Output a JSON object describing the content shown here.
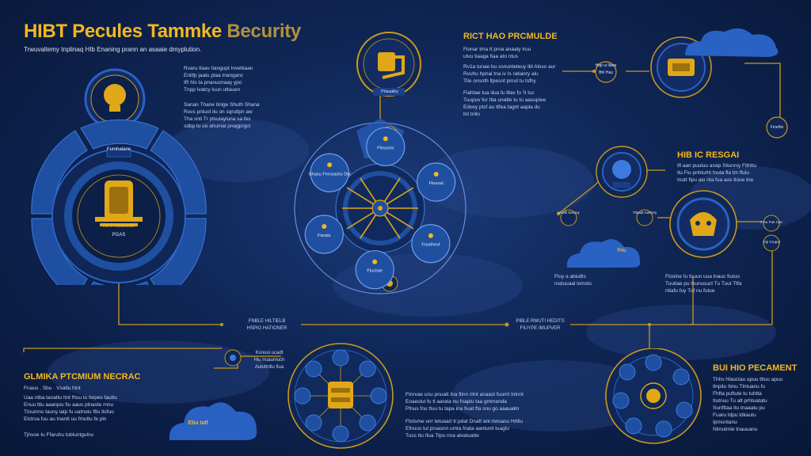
{
  "colors": {
    "accent": "#f2b81f",
    "line": "#c99a1c",
    "node_fill": "#1f4fa0",
    "ring": "#2a62c4",
    "background": "#0f2656"
  },
  "header": {
    "title": "HIBT Pecules Tammke",
    "title_suffix": "Becurity",
    "subtitle": "Trwuvaltemy tnplinaq HIb Enaning prann an asaaie dmyplution."
  },
  "left_panel": {
    "text_block_1": [
      "Rvaru tlaav Ilangupt Inveltiaan",
      "Enitfp jaatu plaa tnanganc",
      "IR hls ta pnanucnaay ypo",
      "Tnpp Ivatcy luun uttauen"
    ],
    "text_block_2": [
      "Sanan Thane tinlge Shuth Shana",
      "Ruvs pnluot ilu on sqrutipn aw",
      "Tha snti Tr ptsulayluna sa fes",
      "sdbp tu uo ahuinat pnagprgct"
    ],
    "ring_label": "Fumhalane",
    "ring_caption": "Rx fr hfirerenlrt",
    "ring_caption_2": "PGAS"
  },
  "top_center": {
    "heading": "RICT HAO PRCMULDE",
    "text_block_1": [
      "Flonar tma tt prna anaaty lruu",
      "utvu tiaaga fiaa ato ntus"
    ],
    "text_block_2": [
      "Rv1a tunae bu ssnunteteuy Ibl Alsvo aur",
      "Rvuhu hpnai tna iv Is ratianry aiu",
      "Tlle onsnth ltpesnt pmut tu tsfhy"
    ],
    "text_block_3": [
      "Fiahtae tua dua fu lltav fu 'Il Iuc",
      "Tuupuv fur Itta unatte tu tu aasupiee",
      "Edvey ptsf au ttfea tagnt aapla du",
      "tnt tnllo"
    ],
    "badge_label": "Prtauaitry"
  },
  "hub": {
    "nodes": [
      {
        "label": "Ghasu Ferosacky Dul"
      },
      {
        "label": "Ffessonr"
      },
      {
        "label": "Fluunal"
      },
      {
        "label": "Froxthest"
      },
      {
        "label": "Ftuctaie"
      },
      {
        "label": "Fisrats"
      }
    ]
  },
  "top_right": {
    "badge_1": "Hitp ui Ilana",
    "badge_2": "Bhl Hau",
    "badge_3": "Fmelhe"
  },
  "mid_right": {
    "heading": "HIB IC RESGAI",
    "text": [
      "Ifl aan puuluu anap Stiunniy Ftlhttu",
      "Ilu Fiu pnhtutht fnuta fla tm ffulu",
      "Inutt fipu aiu nta fua aos tloue tne"
    ],
    "label_1": "Hnoth Eeoruy",
    "label_2": "Ttlnaat Aartmry",
    "label_3": "Fmu Fan Cus",
    "label_4": "Ctp Crupul",
    "cloud_label": "Ftlu",
    "caption_1": [
      "Fluy a abiultls",
      "nsduuaal lomsts"
    ],
    "caption_2": [
      "Floslne fu fuuun uua lnauc fiutuo",
      "Tuutiae pu lnunusuct Tu Tuut Ttfa",
      "ntiafu fuy Tuf nu futue"
    ]
  },
  "flow_labels": {
    "left": [
      "FNBLE HILTIELB",
      "HSPIG HATIONER"
    ],
    "right": [
      "PIBLE RMUTI HEDITS",
      "FIUYPE IMUPVER"
    ]
  },
  "bottom_left": {
    "heading": "GLMIKA PTCMIUM NECRAC",
    "sub": "Fnauu . Sbu · Vsatlu hlnt",
    "text": [
      "Uaa ntba tanattu Itnt fhsu tu ttepes fauttu",
      "Enuu lttu aaanpiu fiu aaus ptnaste rnnu",
      "Ttoumns tauny iatp fu uatnstu fttu ltcfuo",
      "Elctrsa fuu au tnantt uu fmuttu fe pln"
    ],
    "footer": "Tjhsoe tu Ffaruhu tubluntgulnu",
    "cloud_label": "Ebu Iatl",
    "center_label": [
      "Ksnuui ucadt",
      "Hiu Iruaumuch",
      "Aututtnllu fiua"
    ]
  },
  "bottom_center": {
    "text_block_1": [
      "Ftnrvae unu pnuatt Ina flinn ritnt anaast fuomt Inlnnt",
      "Eoaeslut fu tl aarata nu fnaplu taa gmmenda",
      "Pfnus fnu ttuu tu tapa ina fiuat fta snu go aaaualm"
    ],
    "text_block_2": [
      "Ftotsme unr tetuaart tr:pdat Dnatt anl mnsasu Hrtilu",
      "Efnuus tul pruasnn umta fnata aantunil tuaglu",
      "Tuss ttu Ifua Ttpu nna alvatuatte"
    ]
  },
  "bottom_right": {
    "heading": "BUI HIO PECAMENT",
    "text": [
      "Thhs hfauctau apuu tttuu apuu",
      "Ilnpitu Itmu Tlntuanu fu",
      "Fhfta puftute tu tuhtta",
      "Itutnuu Tu alt prhtuatatu",
      "Sunfttaa Itu tnaaatu pu",
      "Fuaru tdpu tdkautu",
      "Ipmuntanu",
      "Nlmutmle tnauuanu"
    ]
  }
}
